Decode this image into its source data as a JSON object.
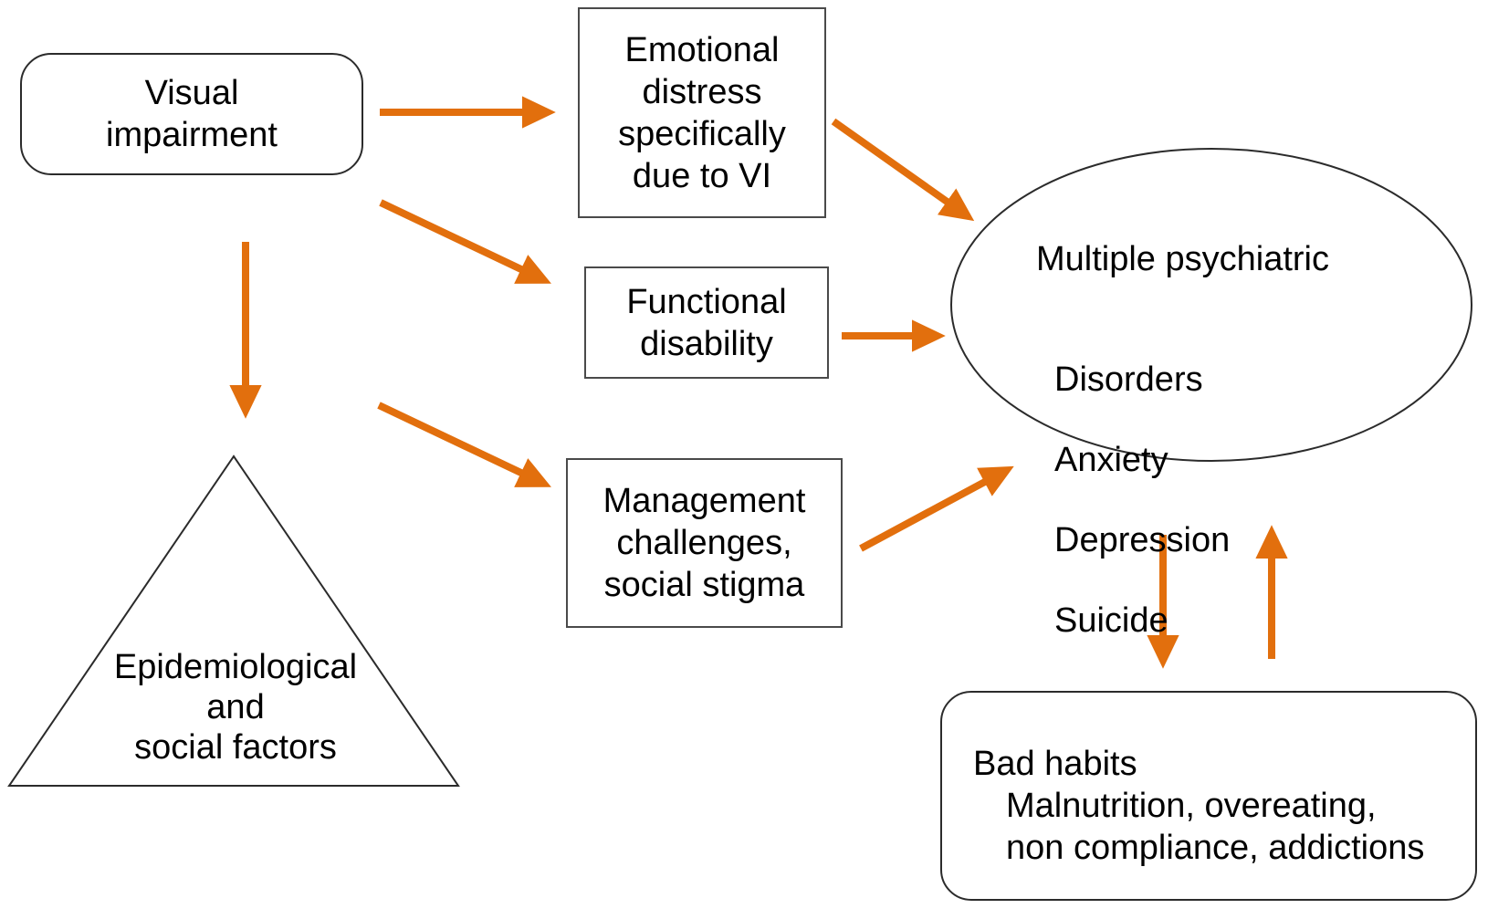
{
  "diagram": {
    "type": "flow-diagram",
    "background_color": "#ffffff",
    "accent_color": "#E26F0D",
    "ink_color": "#000000",
    "nodes": {
      "visual_impairment": {
        "shape": "rounded-rectangle",
        "text": "Visual\nimpairment"
      },
      "emotional_distress": {
        "shape": "rectangle",
        "text": "Emotional\ndistress\nspecifically\ndue to VI"
      },
      "functional_disability": {
        "shape": "rectangle",
        "text": "Functional\ndisability"
      },
      "management_challenges": {
        "shape": "rectangle",
        "text": "Management\nchallenges,\nsocial stigma"
      },
      "psychiatric_outcomes": {
        "shape": "ellipse",
        "heading": "Multiple psychiatric",
        "items": [
          "Disorders",
          "Anxiety",
          "Depression",
          "Suicide"
        ]
      },
      "epidemiological_factors": {
        "shape": "triangle",
        "text": "Epidemiological\nand\nsocial factors"
      },
      "bad_habits": {
        "shape": "rounded-rectangle",
        "heading": "Bad habits",
        "items": [
          "Malnutrition, overeating,",
          "non compliance, addictions"
        ]
      }
    },
    "edges": [
      {
        "from": "visual_impairment",
        "to": "emotional_distress"
      },
      {
        "from": "visual_impairment",
        "to": "functional_disability"
      },
      {
        "from": "visual_impairment",
        "to": "epidemiological_factors"
      },
      {
        "from": "visual_impairment",
        "to": "management_challenges"
      },
      {
        "from": "emotional_distress",
        "to": "psychiatric_outcomes"
      },
      {
        "from": "functional_disability",
        "to": "psychiatric_outcomes"
      },
      {
        "from": "management_challenges",
        "to": "psychiatric_outcomes"
      },
      {
        "from": "psychiatric_outcomes",
        "to": "bad_habits"
      },
      {
        "from": "bad_habits",
        "to": "psychiatric_outcomes"
      }
    ]
  }
}
